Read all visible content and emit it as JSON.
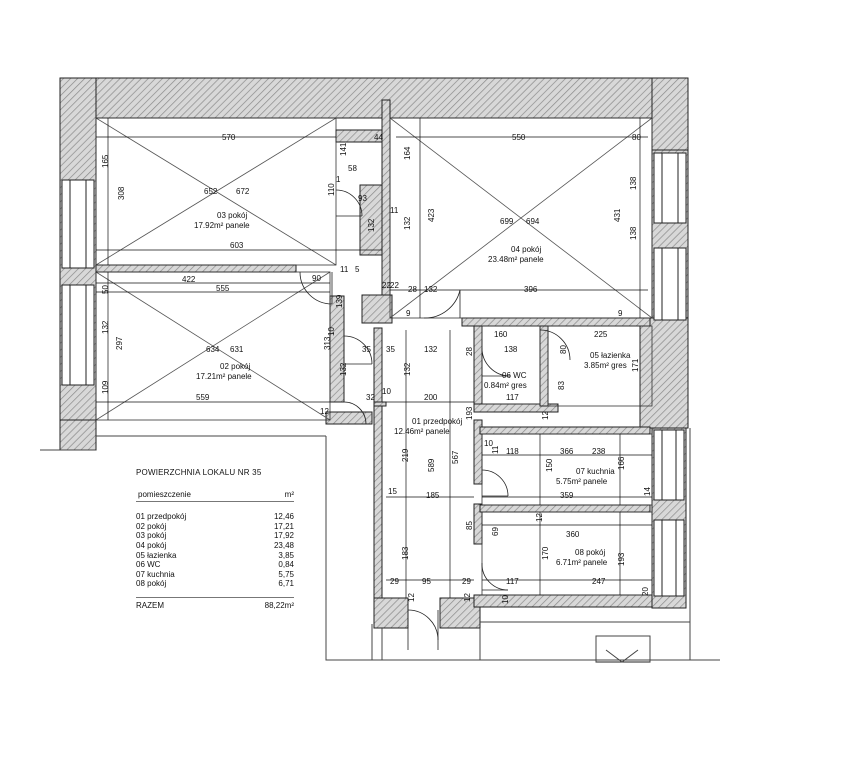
{
  "rooms": [
    {
      "id": "01",
      "name": "przedpokój",
      "area": "12.46m²",
      "floor": "panele"
    },
    {
      "id": "02",
      "name": "pokój",
      "area": "17.21m²",
      "floor": "panele"
    },
    {
      "id": "03",
      "name": "pokój",
      "area": "17.92m²",
      "floor": "panele"
    },
    {
      "id": "04",
      "name": "pokój",
      "area": "23.48m²",
      "floor": "panele"
    },
    {
      "id": "05",
      "name": "łazienka",
      "area": "3.85m²",
      "floor": "gres"
    },
    {
      "id": "06",
      "name": "WC",
      "area": "0.84m²",
      "floor": "gres"
    },
    {
      "id": "07",
      "name": "kuchnia",
      "area": "5.75m²",
      "floor": "panele"
    },
    {
      "id": "08",
      "name": "pokój",
      "area": "6.71m²",
      "floor": "panele"
    }
  ],
  "dimensions": [
    "570",
    "44",
    "550",
    "80",
    "165",
    "141",
    "164",
    "308",
    "58",
    "652",
    "672",
    "699",
    "694",
    "110",
    "1",
    "93",
    "11",
    "603",
    "132",
    "423",
    "431",
    "138",
    "138",
    "132",
    "422",
    "90",
    "11",
    "5",
    "50",
    "555",
    "22",
    "28",
    "132",
    "396",
    "9",
    "139",
    "9",
    "297",
    "132",
    "10",
    "22",
    "160",
    "225",
    "313",
    "634",
    "631",
    "35",
    "35",
    "132",
    "28",
    "138",
    "80",
    "171",
    "132",
    "132",
    "10",
    "83",
    "109",
    "559",
    "12",
    "32",
    "200",
    "117",
    "193",
    "12",
    "10",
    "11",
    "118",
    "366",
    "238",
    "219",
    "589",
    "567",
    "150",
    "166",
    "15",
    "185",
    "359",
    "14",
    "85",
    "12",
    "360",
    "69",
    "170",
    "193",
    "183",
    "29",
    "95",
    "29",
    "117",
    "247",
    "20",
    "12",
    "12",
    "10"
  ],
  "legend": {
    "title": "POWIERZCHNIA LOKALU NR 35",
    "col_room": "pomieszczenie",
    "col_area": "m²",
    "rows": [
      {
        "name": "01 przedpokój",
        "area": "12,46"
      },
      {
        "name": "02 pokój",
        "area": "17,21"
      },
      {
        "name": "03 pokój",
        "area": "17,92"
      },
      {
        "name": "04 pokój",
        "area": "23,48"
      },
      {
        "name": "05 łazienka",
        "area": "3,85"
      },
      {
        "name": "06 WC",
        "area": "0,84"
      },
      {
        "name": "07 kuchnia",
        "area": "5,75"
      },
      {
        "name": "08 pokój",
        "area": "6,71"
      }
    ],
    "total_label": "RAZEM",
    "total_value": "88,22m²"
  }
}
